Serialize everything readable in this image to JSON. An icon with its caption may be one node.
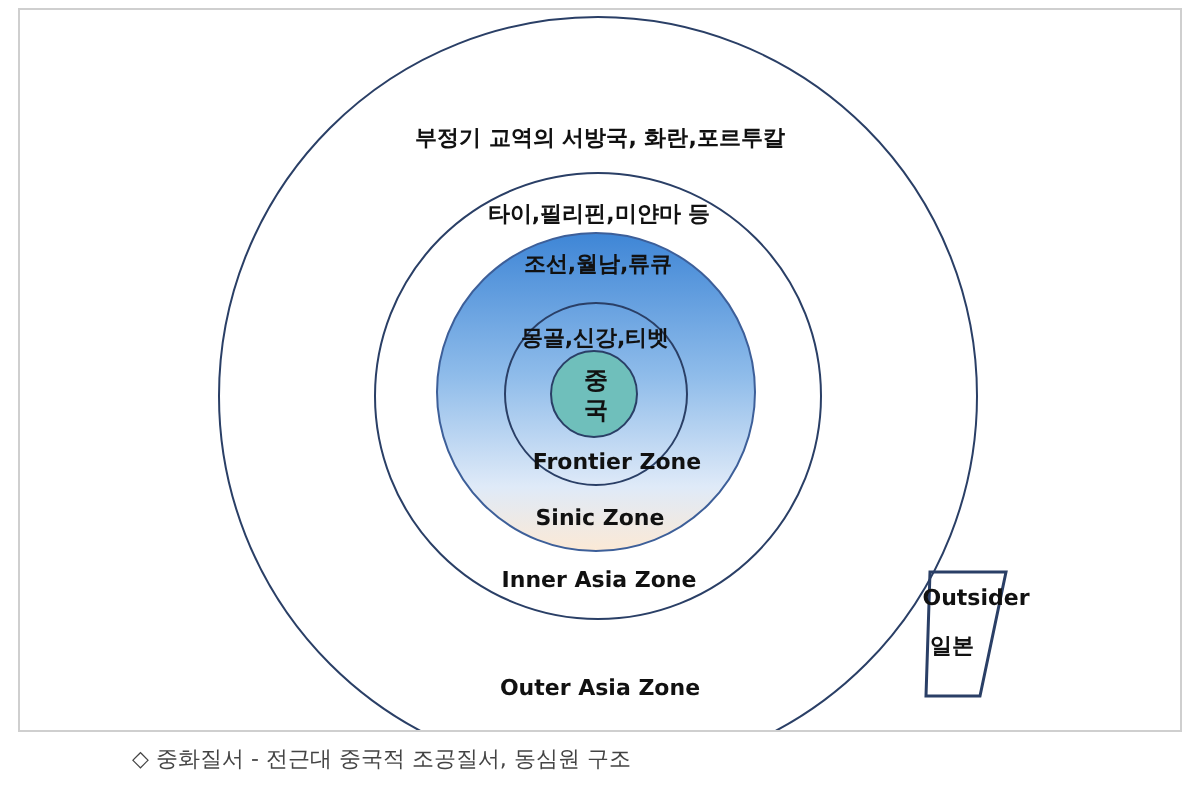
{
  "diagram": {
    "caption": "◇ 중화질서 - 전근대 중국적 조공질서, 동심원 구조",
    "nodes": [
      {
        "text": [
          "부정기 교역의 서방국, 화란,포르투칼",
          "Outer Asia Zone"
        ]
      },
      {
        "text": [
          "타이,필리핀,미얀마 등",
          "Inner Asia Zone"
        ],
        "in": 0
      },
      {
        "text": [
          "조선,월남,류큐",
          "Sinic Zone"
        ],
        "in": 1
      },
      {
        "text": [
          "몽골,신강,티벳",
          "Frontier Zone"
        ],
        "in": 2
      },
      {
        "text": [
          "중국"
        ],
        "in": 3
      },
      {
        "text": [
          "Outsider",
          "일본"
        ]
      }
    ],
    "edges": []
  }
}
